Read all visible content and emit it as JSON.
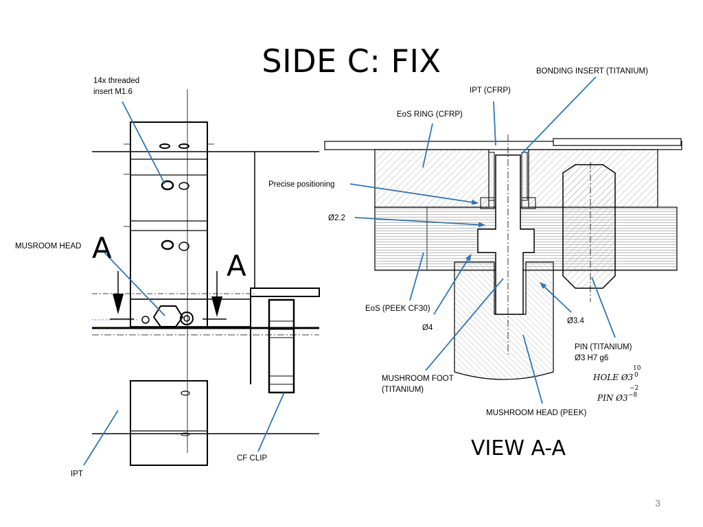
{
  "slide": {
    "title": "SIDE C: FIX",
    "view_title": "VIEW A-A",
    "page_number": "3"
  },
  "section_marks": {
    "left": "A",
    "right": "A"
  },
  "labels": {
    "threaded_insert": [
      "14x threaded",
      "insert M1.6"
    ],
    "musroom_head": "MUSROOM HEAD",
    "ipt": "IPT",
    "cf_clip": "CF CLIP",
    "bonding_insert": "BONDING INSERT (TITANIUM)",
    "ipt_cfrp": "IPT (CFRP)",
    "eos_ring": "EoS RING (CFRP)",
    "precise_positioning": "Precise positioning",
    "d22": "Ø2.2",
    "eos_peek": "EoS (PEEK CF30)",
    "d4": "Ø4",
    "d34": "Ø3.4",
    "pin_titanium": [
      "PIN (TITANIUM)",
      "Ø3 H7 g6"
    ],
    "mushroom_foot": [
      "MUSHROOM FOOT",
      "(TITANIUM)"
    ],
    "mushroom_head_peek": "MUSHROOM HEAD (PEEK)"
  },
  "tolerances": {
    "hole": {
      "label": "HOLE Ø3",
      "upper": "10",
      "lower": "0"
    },
    "pin": {
      "label": "PIN Ø3",
      "upper": "−2",
      "lower": "−8"
    }
  },
  "colors": {
    "leader": "#2e75b6",
    "line": "#000000",
    "hatch": "#9a9a9a"
  }
}
